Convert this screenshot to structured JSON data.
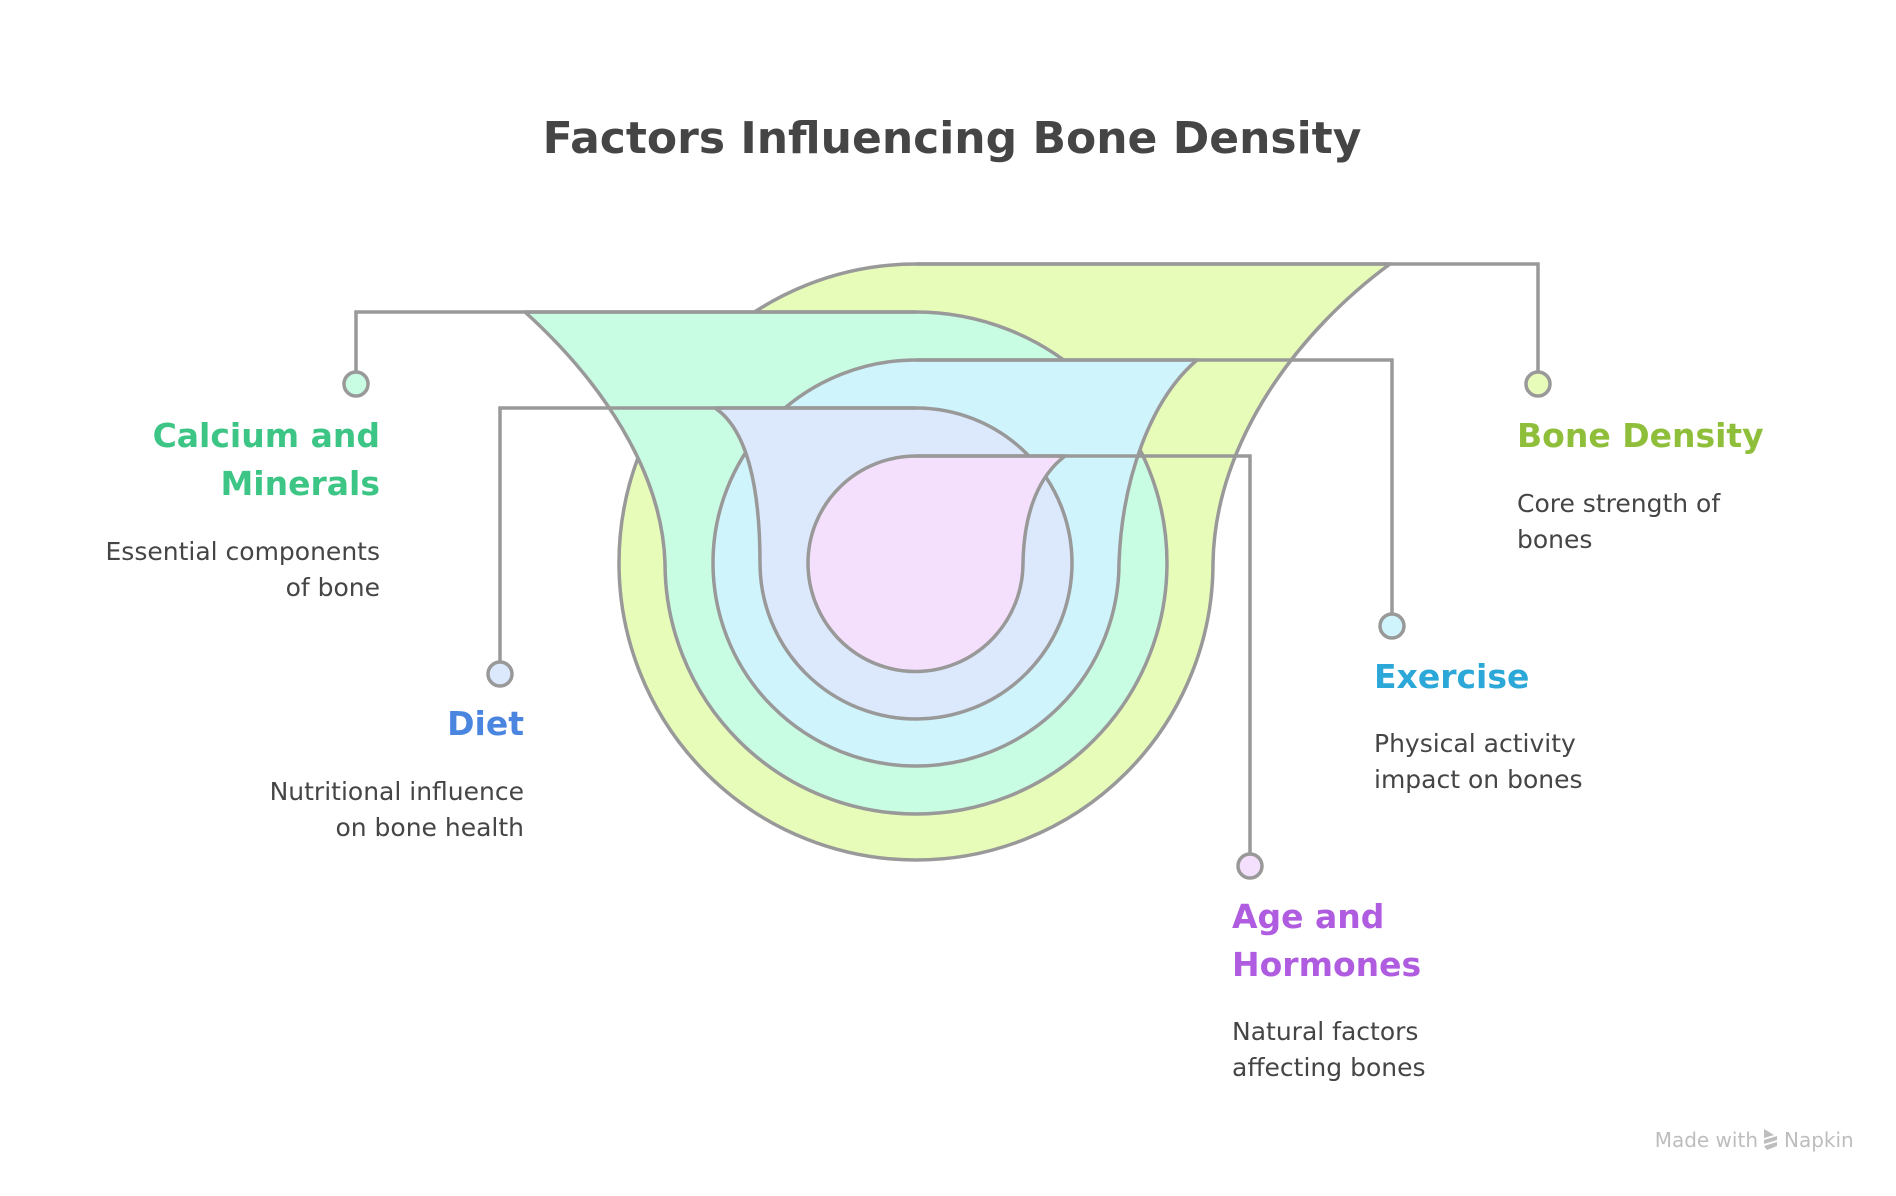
{
  "title": "Factors Influencing Bone Density",
  "footer": {
    "made_with": "Made with",
    "brand": "Napkin",
    "icon": "napkin-logo-icon"
  },
  "stroke_color": "#999999",
  "layers": [
    {
      "id": "bone-density",
      "heading_lines": [
        "Bone Density"
      ],
      "description_lines": [
        "Core strength of",
        "bones"
      ],
      "fill": "#E8FCB9",
      "text_color": "#8FBF3A",
      "side": "right",
      "level": 1
    },
    {
      "id": "calcium-and-minerals",
      "heading_lines": [
        "Calcium and",
        "Minerals"
      ],
      "description_lines": [
        "Essential components",
        "of bone"
      ],
      "fill": "#C8FCE3",
      "text_color": "#3CC585",
      "side": "left",
      "level": 2
    },
    {
      "id": "exercise",
      "heading_lines": [
        "Exercise"
      ],
      "description_lines": [
        "Physical activity",
        "impact on bones"
      ],
      "fill": "#D0F4FC",
      "text_color": "#2BA8D8",
      "side": "right",
      "level": 3
    },
    {
      "id": "diet",
      "heading_lines": [
        "Diet"
      ],
      "description_lines": [
        "Nutritional influence",
        "on bone health"
      ],
      "fill": "#DCE8FC",
      "text_color": "#4A86E0",
      "side": "left",
      "level": 4
    },
    {
      "id": "age-and-hormones",
      "heading_lines": [
        "Age and",
        "Hormones"
      ],
      "description_lines": [
        "Natural factors",
        "affecting bones"
      ],
      "fill": "#F4E0FC",
      "text_color": "#B05CE0",
      "side": "right",
      "level": 5
    }
  ]
}
